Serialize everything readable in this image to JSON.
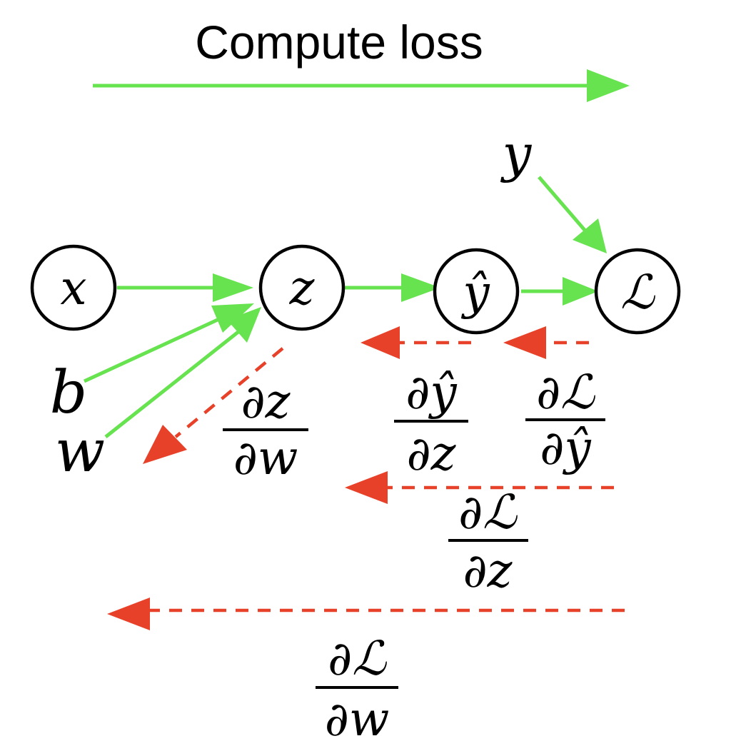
{
  "title": "Compute loss",
  "nodes": {
    "x": "x",
    "z": "z",
    "y_hat": "ŷ",
    "loss": "ℒ"
  },
  "inputs": {
    "y": "y",
    "b": "b",
    "w": "w"
  },
  "gradients": {
    "dz_dw": {
      "numerator": "∂z",
      "denominator": "∂w"
    },
    "dyhat_dz": {
      "numerator": "∂ŷ",
      "denominator": "∂z"
    },
    "dL_dyhat": {
      "numerator": "∂ℒ",
      "denominator": "∂ŷ"
    },
    "dL_dz": {
      "numerator": "∂ℒ",
      "denominator": "∂z"
    },
    "dL_dw": {
      "numerator": "∂ℒ",
      "denominator": "∂w"
    }
  },
  "colors": {
    "forward": "#66e34e",
    "backward": "#e8412a"
  }
}
